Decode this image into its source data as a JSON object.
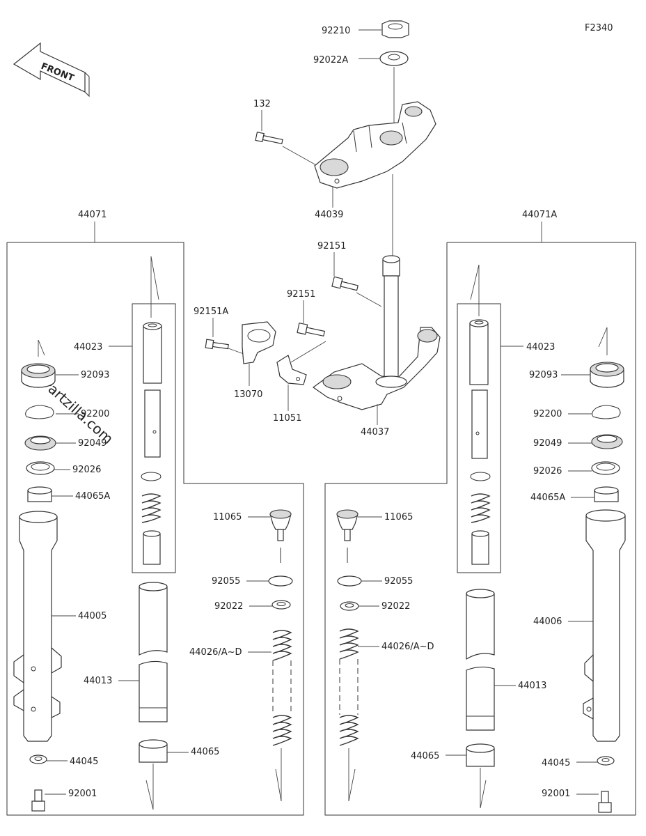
{
  "diagram_code": "F2340",
  "front_label": "FRONT",
  "watermark": "© Partzilla.com",
  "parts": {
    "p92210": "92210",
    "p92022A": "92022A",
    "p132": "132",
    "p44039": "44039",
    "p44071": "44071",
    "p44071A": "44071A",
    "p92151_a": "92151",
    "p92151_b": "92151",
    "p92151A": "92151A",
    "p13070": "13070",
    "p11051": "11051",
    "p44037": "44037",
    "L_44023": "44023",
    "L_92093": "92093",
    "L_92200": "92200",
    "L_92049": "92049",
    "L_92026": "92026",
    "L_44065A": "44065A",
    "L_44005": "44005",
    "L_44013": "44013",
    "L_44045": "44045",
    "L_92001": "92001",
    "L_44065": "44065",
    "L_11065": "11065",
    "L_92055": "92055",
    "L_92022": "92022",
    "L_44026": "44026/A~D",
    "R_44023": "44023",
    "R_92093": "92093",
    "R_92200": "92200",
    "R_92049": "92049",
    "R_92026": "92026",
    "R_44065A": "44065A",
    "R_44006": "44006",
    "R_44013": "44013",
    "R_44045": "44045",
    "R_92001": "92001",
    "R_44065": "44065",
    "R_11065": "11065",
    "R_92055": "92055",
    "R_92022": "92022",
    "R_44026": "44026/A~D"
  }
}
